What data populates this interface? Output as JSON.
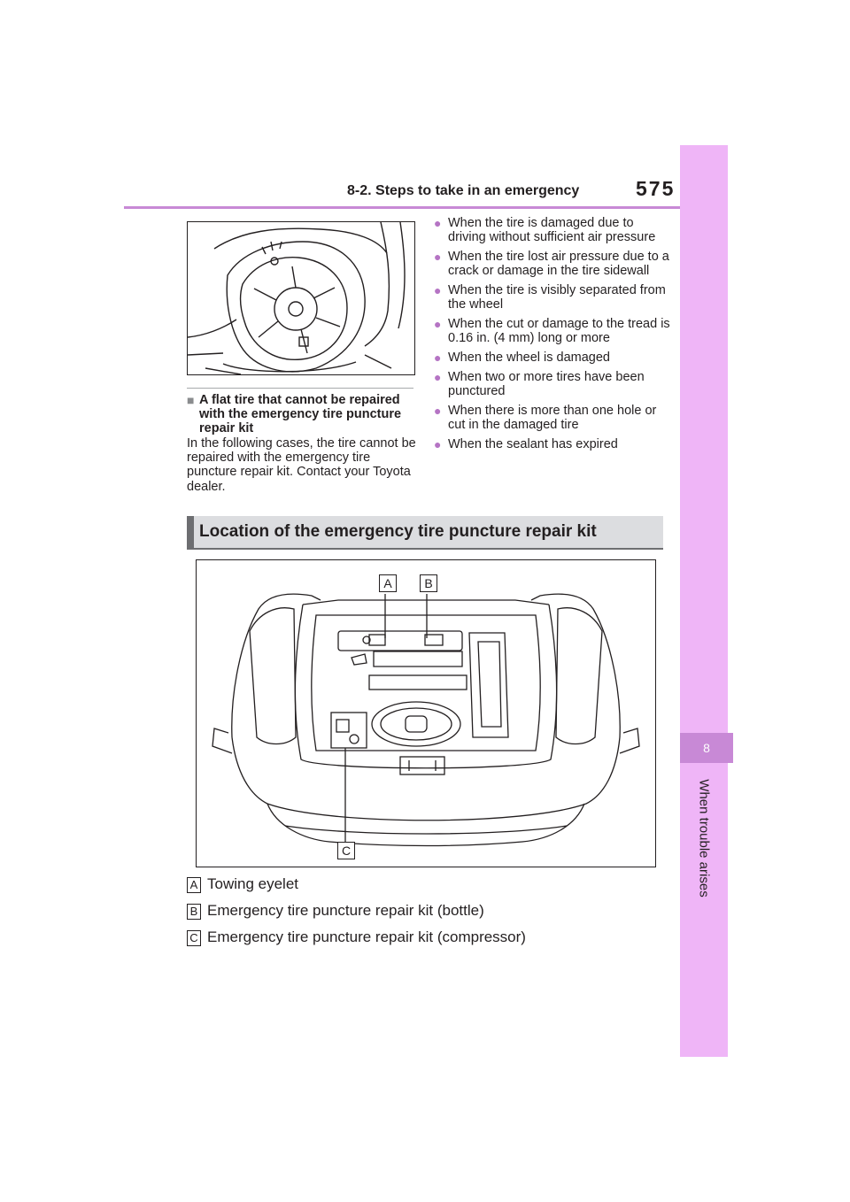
{
  "header": {
    "title": "8-2. Steps to take in an emergency",
    "page_number": "575"
  },
  "sidebar": {
    "chapter_number": "8",
    "chapter_title": "When trouble arises"
  },
  "flat_tire_section": {
    "heading_marker": "■",
    "heading": "A flat tire that cannot be repaired with the emergency tire puncture repair kit",
    "body": "In the following cases, the tire cannot be repaired with the emergency tire puncture repair kit. Contact your Toyota dealer."
  },
  "conditions": [
    "When the tire is damaged due to driving without sufficient air pressure",
    "When the tire lost air pressure due to a crack or damage in the tire sidewall",
    "When the tire is visibly separated from the wheel",
    "When the cut or damage to the tread is 0.16 in. (4 mm) long or more",
    "When the wheel is damaged",
    "When two or more tires have been punctured",
    "When there is more than one hole or cut in the damaged tire",
    "When the sealant has expired"
  ],
  "bullet_marker": "●",
  "location_section": {
    "title": "Location of the emergency tire puncture repair kit"
  },
  "diagram_labels": {
    "a": "A",
    "b": "B",
    "c": "C"
  },
  "legend": [
    {
      "letter": "A",
      "text": "Towing eyelet"
    },
    {
      "letter": "B",
      "text": "Emergency tire puncture repair kit (bottle)"
    },
    {
      "letter": "C",
      "text": "Emergency tire puncture repair kit (compressor)"
    }
  ]
}
